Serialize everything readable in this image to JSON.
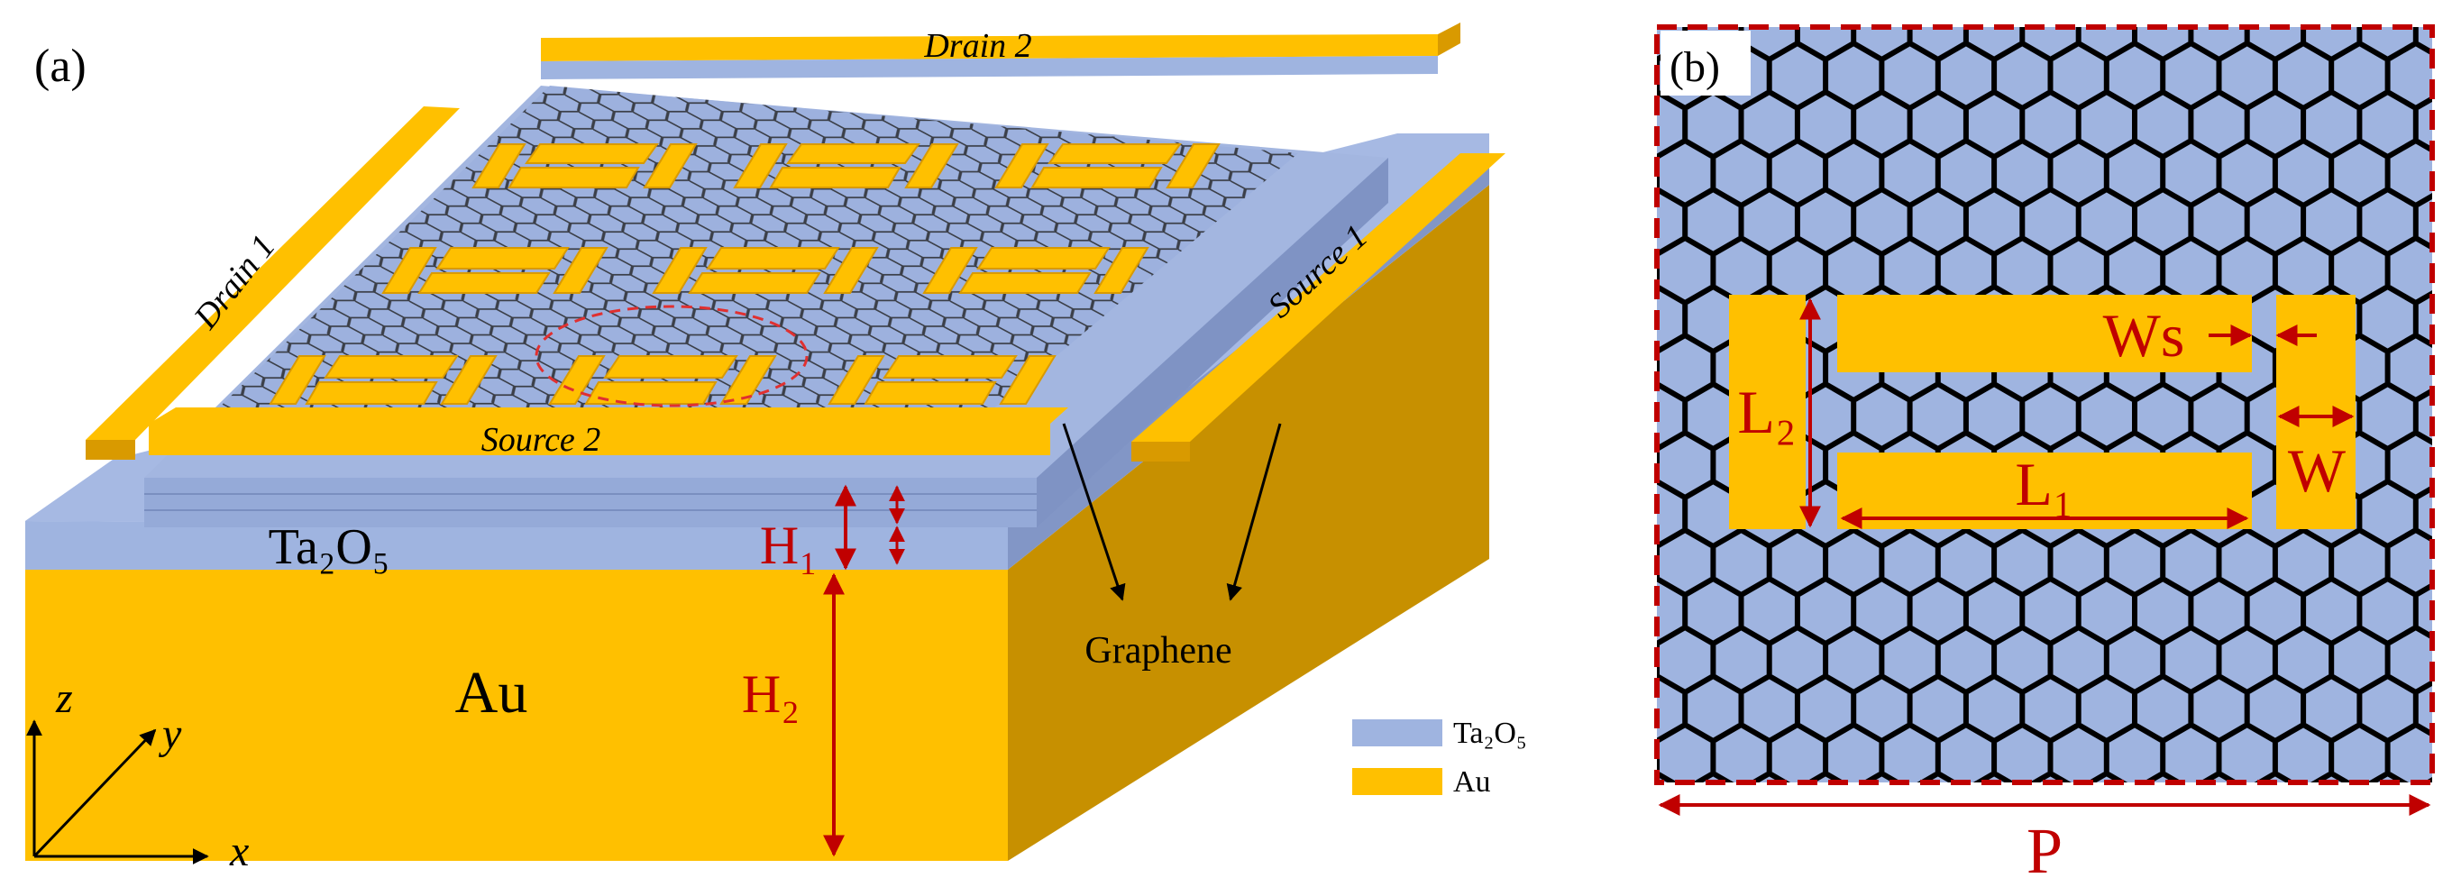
{
  "panel_a": {
    "label": "(a)",
    "electrodes": {
      "drain_1": "Drain 1",
      "drain_2": "Drain 2",
      "source_1": "Source 1",
      "source_2": "Source 2"
    },
    "layers": {
      "dielectric": "Ta₂O₅",
      "metal": "Au",
      "graphene": "Graphene"
    },
    "dimensions": {
      "h1": "H₁",
      "h2": "H₂"
    },
    "axes": {
      "x": "x",
      "y": "y",
      "z": "z"
    },
    "legend": [
      {
        "label": "Ta₂O₅",
        "color": "#9fb4e0"
      },
      {
        "label": "Au",
        "color": "#ffc000"
      }
    ]
  },
  "panel_b": {
    "label": "(b)",
    "dimensions": {
      "ws": "Ws",
      "w": "W",
      "l1": "L₁",
      "l2": "L₂",
      "p": "P"
    }
  },
  "colors": {
    "gold": "#ffc000",
    "gold_dark": "#d99a00",
    "gold_side": "#c79000",
    "blue": "#9fb4e0",
    "blue_dark": "#8296c6",
    "red": "#c00000",
    "black": "#000000"
  }
}
